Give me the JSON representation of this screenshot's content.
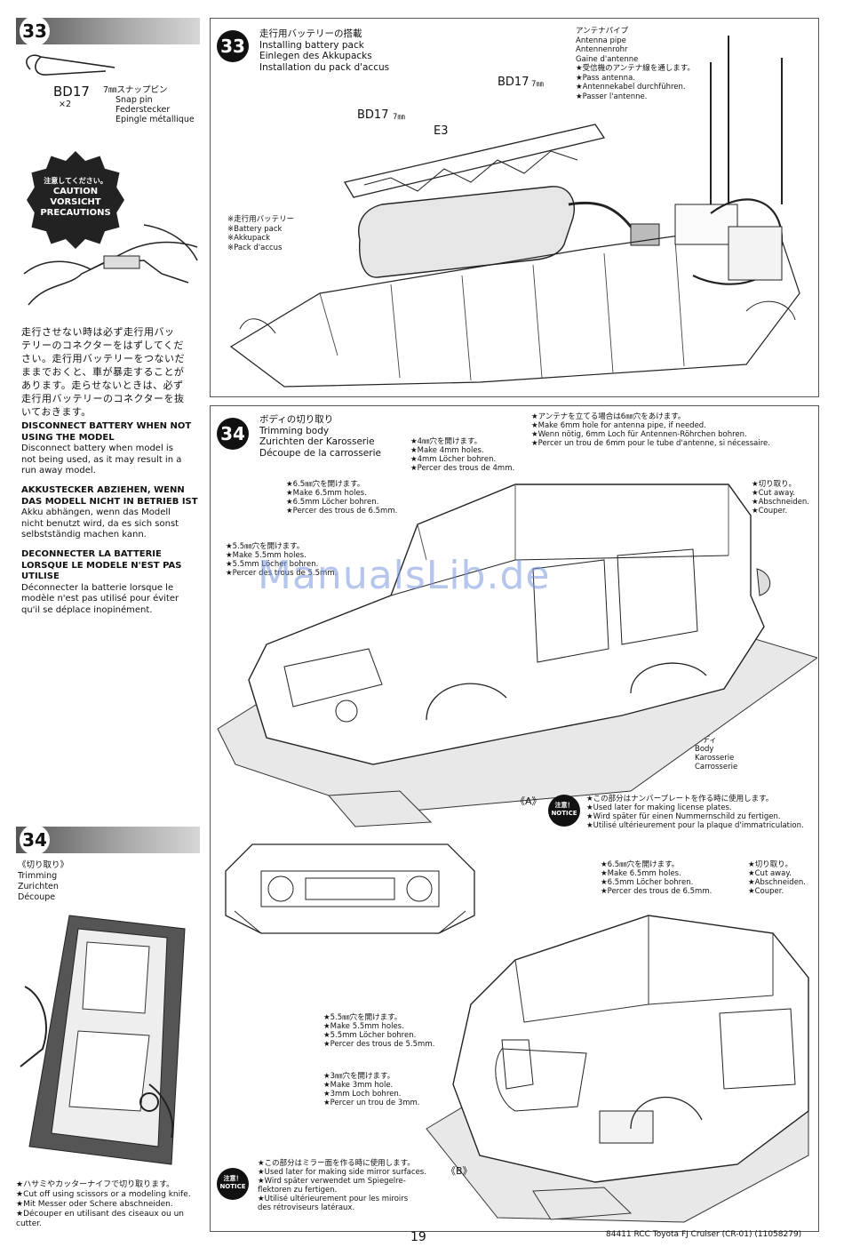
{
  "step33": {
    "number": "33",
    "part_code": "BD17",
    "part_count": "×2",
    "part_size": "7㎜スナップピン",
    "part_names": [
      "Snap pin",
      "Federstecker",
      "Epingle métallique"
    ],
    "caution_lines": [
      "注意してください。",
      "CAUTION",
      "VORSICHT",
      "PRECAUTIONS"
    ],
    "jp_text": [
      "走行させない時は必ず走行用バッ",
      "テリーのコネクターをはずしてくだ",
      "さい。走行用バッテリーをつないだ",
      "ままでおくと、車が暴走することが",
      "あります。走らせないときは、必ず",
      "走行用バッテリーのコネクターを抜",
      "いておきます。"
    ],
    "en_title": [
      "DISCONNECT BATTERY WHEN NOT",
      "USING THE MODEL"
    ],
    "en_body": [
      "Disconnect battery when model is",
      "not being used, as it may result in a",
      "run away model."
    ],
    "de_title": [
      "AKKUSTECKER ABZIEHEN, WENN",
      "DAS MODELL NICHT IN BETRIEB IST"
    ],
    "de_body": [
      "Akku abhängen, wenn das Modell",
      "nicht benutzt wird, da es sich sonst",
      "selbstständig machen kann."
    ],
    "fr_title": [
      "DECONNECTER LA BATTERIE",
      "LORSQUE LE MODELE N'EST PAS",
      "UTILISE"
    ],
    "fr_body": [
      "Déconnecter la batterie lorsque le",
      "modèle n'est pas utilisé pour éviter",
      "qu'il se déplace inopinément."
    ]
  },
  "panel33": {
    "number": "33",
    "title": [
      "走行用バッテリーの搭載",
      "Installing battery pack",
      "Einlegen des Akkupacks",
      "Installation du pack d'accus"
    ],
    "bd17_a": "BD17",
    "bd17_b": "BD17",
    "size_7": "7㎜",
    "e3": "E3",
    "battery": [
      "※走行用バッテリー",
      "※Battery pack",
      "※Akkupack",
      "※Pack d'accus"
    ],
    "antenna": [
      "アンテナパイプ",
      "Antenna pipe",
      "Antennenrohr",
      "Gaine d'antenne",
      "★受信機のアンテナ線を通します。",
      "★Pass antenna.",
      "★Antennekabel durchführen.",
      "★Passer l'antenne."
    ]
  },
  "panel34": {
    "number": "34",
    "title": [
      "ボディの切り取り",
      "Trimming body",
      "Zurichten der Karosserie",
      "Découpe de la carrosserie"
    ],
    "note_6mm": [
      "★アンテナを立てる場合は6㎜穴をあけます。",
      "★Make 6mm hole for antenna pipe, if needed.",
      "★Wenn nötig, 6mm Loch für Antennen-Röhrchen bohren.",
      "★Percer un trou de 6mm pour le tube d'antenne, si nécessaire."
    ],
    "note_4mm": [
      "★4㎜穴を開けます。",
      "★Make 4mm holes.",
      "★4mm Löcher bohren.",
      "★Percer des trous de 4mm."
    ],
    "note_65a": [
      "★6.5㎜穴を開けます。",
      "★Make 6.5mm holes.",
      "★6.5mm Löcher bohren.",
      "★Percer des trous de 6.5mm."
    ],
    "note_55a": [
      "★5.5㎜穴を開けます。",
      "★Make 5.5mm holes.",
      "★5.5mm Löcher bohren.",
      "★Percer des trous de 5.5mm."
    ],
    "note_cut_a": [
      "★切り取り。",
      "★Cut away.",
      "★Abschneiden.",
      "★Couper."
    ],
    "body": [
      "ボディ",
      "Body",
      "Karosserie",
      "Carrosserie"
    ],
    "label_a": "《A》",
    "notice_a": [
      "★この部分はナンバープレートを作る時に使用します。",
      "★Used later for making license plates.",
      "★Wird später für einen Nummernschild zu fertigen.",
      "★Utilisé ultérieurement pour la plaque d'immatriculation."
    ],
    "note_65b": [
      "★6.5㎜穴を開けます。",
      "★Make 6.5mm holes.",
      "★6.5mm Löcher bohren.",
      "★Percer des trous de 6.5mm."
    ],
    "note_cut_b": [
      "★切り取り。",
      "★Cut away.",
      "★Abschneiden.",
      "★Couper."
    ],
    "note_55b": [
      "★5.5㎜穴を開けます。",
      "★Make 5.5mm holes.",
      "★5.5mm Löcher bohren.",
      "★Percer des trous de 5.5mm."
    ],
    "note_3mm": [
      "★3㎜穴を開けます。",
      "★Make 3mm hole.",
      "★3mm Loch bohren.",
      "★Percer un trou de 3mm."
    ],
    "notice_b": [
      "★この部分はミラー面を作る時に使用します。",
      "★Used later for making side mirror surfaces.",
      "★Wird später verwendet um Spiegelre-",
      "flektoren zu fertigen.",
      "★Utilisé ultérieurement pour les miroirs",
      "des rétroviseurs latéraux."
    ],
    "label_b": "《B》",
    "notice_badge": "注意！ NOTICE"
  },
  "step34": {
    "number": "34",
    "trim_title": [
      "《切り取り》",
      "Trimming",
      "Zurichten",
      "Découpe"
    ],
    "tips": [
      "★ハサミやカッターナイフで切り取ります。",
      "★Cut off using scissors or a modeling knife.",
      "★Mit Messer oder Schere abschneiden.",
      "★Découper en utilisant des ciseaux ou un",
      "cutter."
    ]
  },
  "footer": {
    "page_number": "19",
    "product": "84411 RCC Toyota FJ Cruiser (CR-01) (11058279)"
  },
  "watermark": "ManualsLib.de"
}
